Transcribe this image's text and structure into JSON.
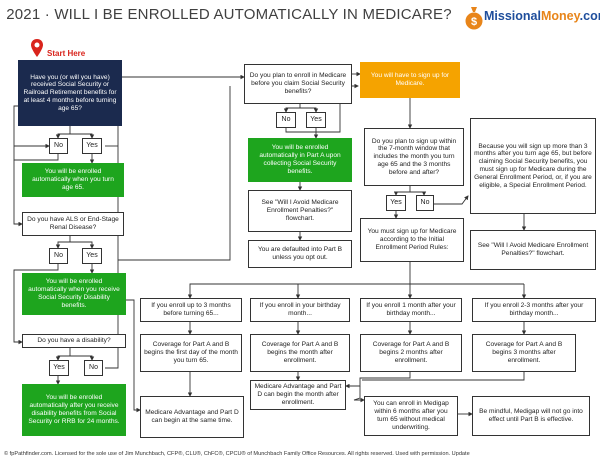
{
  "title": "2021 · WILL I BE ENROLLED AUTOMATICALLY IN MEDICARE?",
  "logo": {
    "part1": "Missional",
    "part2": "Money",
    "part3": ".com",
    "icon": "money-bag-icon"
  },
  "start_label": "Start Here",
  "nodes": {
    "q_receiving": "Have you (or will you have) received Social Security or Railroad Retirement benefits for at least 4 months before turning age 65?",
    "no1": "No",
    "yes1": "Yes",
    "auto_65": "You will be enrolled automatically when you turn age 65.",
    "q_als": "Do you have ALS or End-Stage Renal Disease?",
    "no2": "No",
    "yes2": "Yes",
    "auto_disability_benefits": "You will be enrolled automatically when you receive Social Security Disability benefits.",
    "q_disability": "Do you have a disability?",
    "yes3": "Yes",
    "no3": "No",
    "auto_24_months": "You will be enrolled automatically after you receive disability benefits from Social Security or RRB for 24 months.",
    "q_plan_before_ss": "Do you plan to enroll in Medicare before you claim Social Security benefits?",
    "no4": "No",
    "yes4": "Yes",
    "auto_part_a": "You will be enrolled automatically in Part A upon collecting Social Security benefits.",
    "see_penalties_1": "See \"Will I Avoid Medicare Enrollment Penalties?\" flowchart.",
    "defaulted_part_b": "You are defaulted into Part B unless you opt out.",
    "must_sign_up": "You will have to sign up for Medicare.",
    "q_7_month": "Do you plan to sign up within the 7-month window that includes the month you turn age 65 and the 3 months before and after?",
    "yes5": "Yes",
    "no5": "No",
    "must_iep": "You must sign up for Medicare according to the Initial Enrollment Period Rules:",
    "general_enrollment": "Because you will sign up more than 3 months after you turn age 65, but before claiming Social Security benefits, you must sign up for Medicare during the General Enrollment Period, or, if you are eligible, a Special Enrollment Period.",
    "see_penalties_2": "See \"Will I Avoid Medicare Enrollment Penalties?\" flowchart.",
    "iep_1": "If you enroll up to 3 months before turning 65...",
    "iep_2": "If you enroll in your birthday month...",
    "iep_3": "If you enroll 1 month after your birthday month...",
    "iep_4": "If you enroll 2-3 months after your birthday month...",
    "cov_1": "Coverage for Part A and B begins the first day of the month you turn 65.",
    "cov_2": "Coverage for Part A and B begins the month after enrollment.",
    "cov_3": "Coverage for Part A and B begins 2 months after enrollment.",
    "cov_4": "Coverage for Part A and B begins 3 months after enrollment.",
    "ma_same_time": "Medicare Advantage and Part D can begin at the same time.",
    "ma_month_after": "Medicare Advantage and Part D can begin the month after enrollment.",
    "medigap": "You can enroll in Medigap within 6 months after you turn 65 without medical underwriting.",
    "mindful_medigap": "Be mindful, Medigap will not go into effect until Part B is effective."
  },
  "footer": "© fpPathfinder.com. Licensed for the sole use of Jim Munchbach, CFP®, CLU®, ChFC®, CPCU® of Munchbach Family Office Resources. All rights reserved. Used with permission. Update"
}
